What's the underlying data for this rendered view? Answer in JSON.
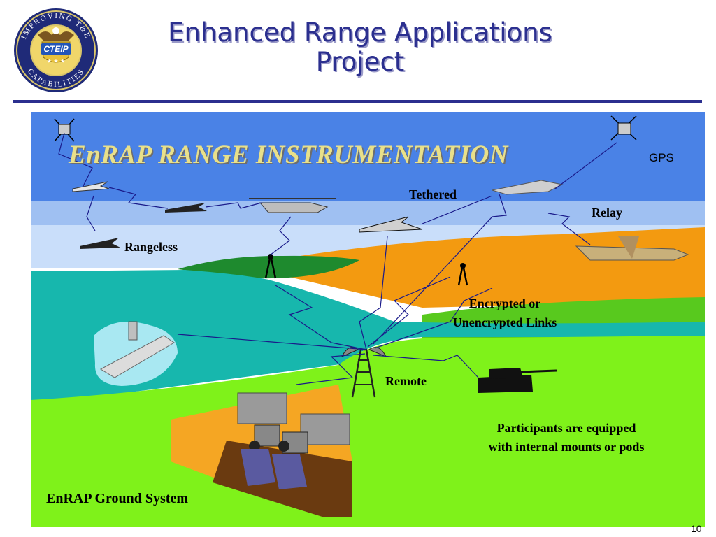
{
  "slide": {
    "title_line1": "Enhanced Range Applications",
    "title_line2": "Project",
    "page_number": "10"
  },
  "logo": {
    "ring_text_top": "IMPROVING T&E",
    "ring_text_bottom": "CAPABILITIES",
    "badge_text": "CTEIP"
  },
  "diagram": {
    "heading": "EnRAP RANGE INSTRUMENTATION",
    "labels": {
      "gps": "GPS",
      "tethered": "Tethered",
      "relay": "Relay",
      "rangeless": "Rangeless",
      "links_line1": "Encrypted or",
      "links_line2": "Unencrypted Links",
      "remote": "Remote",
      "participants_line1": "Participants are equipped",
      "participants_line2": "with internal mounts or pods",
      "ground_system": "EnRAP Ground System"
    }
  },
  "colors": {
    "title": "#2b2f8f",
    "sky_top": "#4a82e6",
    "sky_band": "#9fc0f2",
    "sky_light": "#c9defa",
    "sea": "#17b7ad",
    "ground": "#7ff21a",
    "desert": "#f39a10",
    "hills": "#1e8a2e"
  }
}
